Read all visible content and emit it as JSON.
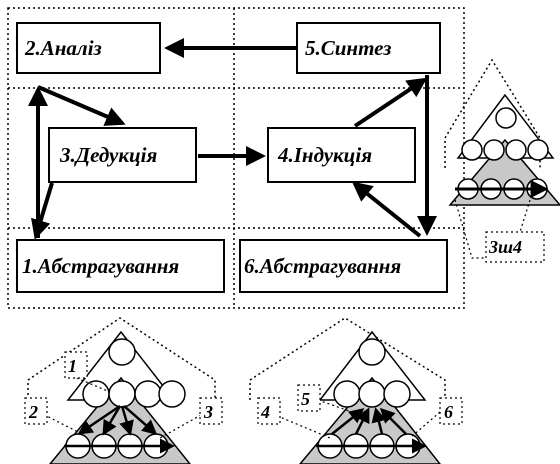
{
  "diagram": {
    "boxes": {
      "analysis": "2.Аналіз",
      "synthesis": "5.Синтез",
      "deduction": "3.Дедукція",
      "induction": "4.Індукція",
      "abstraction_left": "1.Абстрагування",
      "abstraction_right": "6.Абстрагування"
    },
    "callouts": {
      "left_tree": [
        "1",
        "2",
        "3"
      ],
      "mid_tree": [
        "4",
        "5",
        "6"
      ],
      "right_tree": "3ш4"
    }
  }
}
